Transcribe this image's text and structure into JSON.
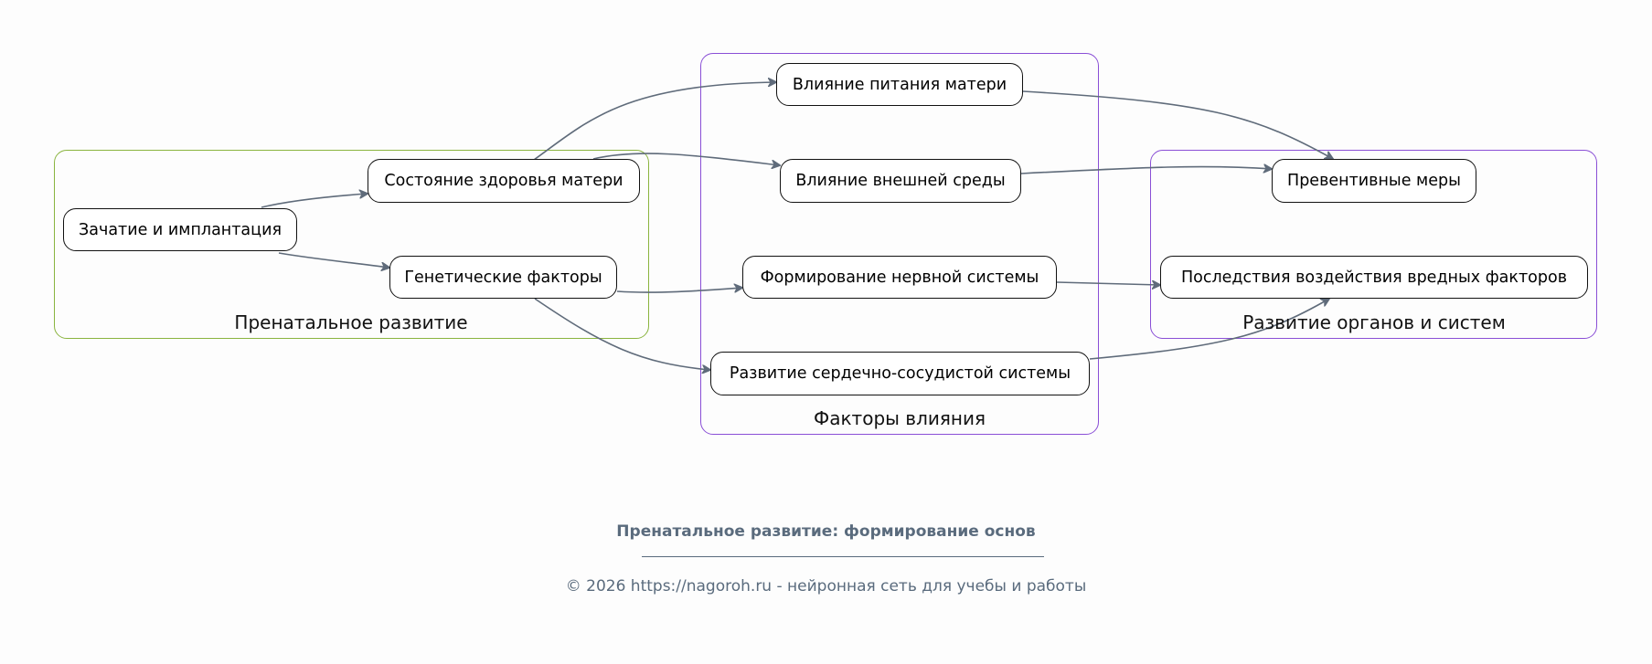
{
  "clusters": {
    "prenatal": "Пренатальное развитие",
    "factors": "Факторы влияния",
    "organs": "Развитие органов и систем"
  },
  "nodes": {
    "conception": "Зачатие и имплантация",
    "mother_health": "Состояние здоровья матери",
    "genetic": "Генетические факторы",
    "nutrition": "Влияние питания матери",
    "environment": "Влияние внешней среды",
    "nervous": "Формирование нервной системы",
    "cardio": "Развитие сердечно-сосудистой системы",
    "preventive": "Превентивные меры",
    "harmful": "Последствия воздействия вредных факторов"
  },
  "edges": [
    [
      "conception",
      "mother_health"
    ],
    [
      "conception",
      "genetic"
    ],
    [
      "mother_health",
      "nutrition"
    ],
    [
      "mother_health",
      "environment"
    ],
    [
      "genetic",
      "nervous"
    ],
    [
      "genetic",
      "cardio"
    ],
    [
      "nutrition",
      "preventive"
    ],
    [
      "environment",
      "preventive"
    ],
    [
      "nervous",
      "harmful"
    ],
    [
      "cardio",
      "harmful"
    ]
  ],
  "colors": {
    "edge": "#5f6b7a",
    "prenatal_border": "#8ab43f",
    "cluster_border": "#8a4fd6",
    "footer": "#5a6b7d"
  },
  "footer": {
    "title": "Пренатальное развитие: формирование основ",
    "copyright": "© 2026 https://nagoroh.ru - нейронная сеть для учебы и работы"
  }
}
